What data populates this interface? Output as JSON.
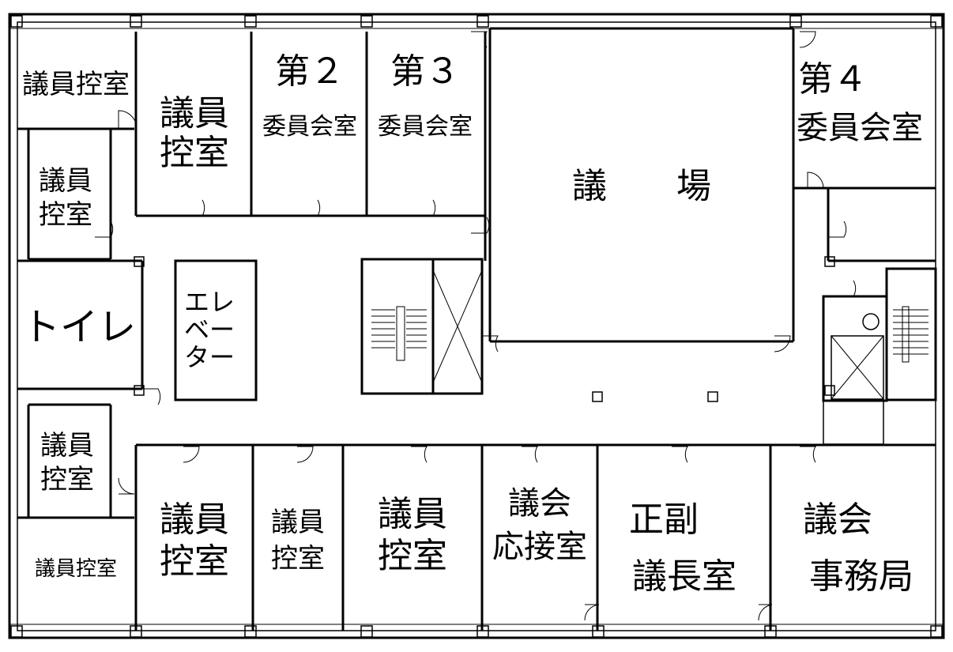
{
  "rooms": {
    "giin_hikae_top_left": "議員控室",
    "giin_hikae_a": [
      "議員",
      "控室"
    ],
    "giin_hikae_b": [
      "議員",
      "控室"
    ],
    "iinkai_2": [
      "第２",
      "委員会室"
    ],
    "iinkai_3": [
      "第３",
      "委員会室"
    ],
    "gijo": "議　　場",
    "iinkai_4": [
      "第４",
      "委員会室"
    ],
    "toilet": "トイレ",
    "elevator": [
      "エレ",
      "ベー",
      "ター"
    ],
    "giin_hikae_c": [
      "議員",
      "控室"
    ],
    "giin_hikae_bottom_left": "議員控室",
    "giin_hikae_d": [
      "議員",
      "控室"
    ],
    "giin_hikae_e": [
      "議員",
      "控室"
    ],
    "giin_hikae_f": [
      "議員",
      "控室"
    ],
    "gikai_ousetsu": [
      "議会",
      "応接室"
    ],
    "fuku_gicho": [
      "正副",
      "議長室"
    ],
    "gikai_jimukyoku": [
      "議会",
      "事務局"
    ]
  }
}
